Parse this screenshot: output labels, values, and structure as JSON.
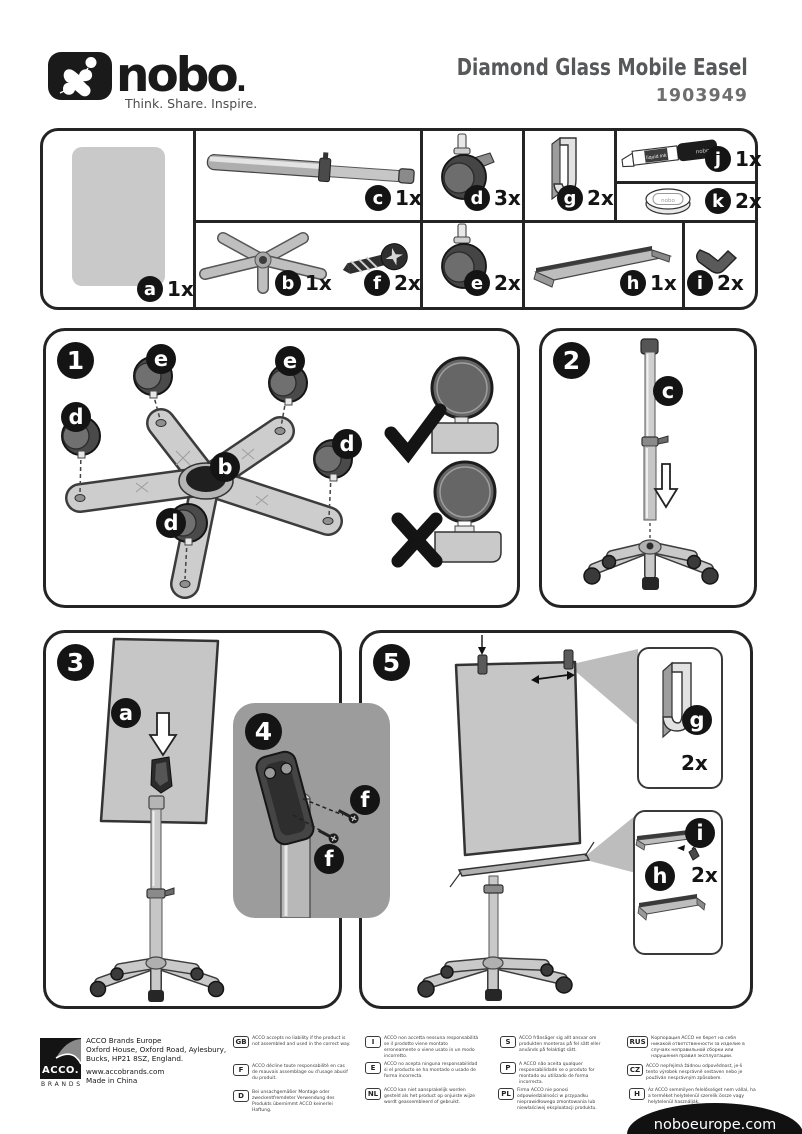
{
  "header": {
    "brand": "nobo",
    "brand_dot": ".",
    "tagline": "Think. Share. Inspire.",
    "title": "Diamond Glass Mobile Easel",
    "product_number": "1903949"
  },
  "parts": {
    "a": {
      "id": "a",
      "qty": "1x"
    },
    "b": {
      "id": "b",
      "qty": "1x"
    },
    "c": {
      "id": "c",
      "qty": "1x"
    },
    "d": {
      "id": "d",
      "qty": "3x"
    },
    "e": {
      "id": "e",
      "qty": "2x"
    },
    "f": {
      "id": "f",
      "qty": "2x"
    },
    "g": {
      "id": "g",
      "qty": "2x"
    },
    "h": {
      "id": "h",
      "qty": "1x"
    },
    "i": {
      "id": "i",
      "qty": "2x"
    },
    "j": {
      "id": "j",
      "qty": "1x"
    },
    "k": {
      "id": "k",
      "qty": "2x"
    }
  },
  "marker_label": "liquid ink",
  "marker_brand": "nobo",
  "magnet_brand": "nobo",
  "steps": {
    "s1": "1",
    "s2": "2",
    "s3": "3",
    "s4": "4",
    "s5": "5"
  },
  "step5": {
    "hook_qty": "2x",
    "tray_qty": "2x"
  },
  "footer": {
    "acco_logo": {
      "line1": "ACCO.",
      "line2": "BRANDS"
    },
    "address": [
      "ACCO Brands Europe",
      "Oxford House, Oxford Road, Aylesbury,",
      "Bucks, HP21 8SZ, England.",
      "www.accobrands.com",
      "Made in China"
    ],
    "languages": [
      {
        "code": "GB",
        "text": "ACCO accepts no liability if the product is not assembled and used in the correct way."
      },
      {
        "code": "F",
        "text": "ACCO décline toute responsabilité en cas de mauvais assemblage ou d'usage abusif du produit."
      },
      {
        "code": "D",
        "text": "Bei unsachgemäßer Montage oder zweckentfremdeter Verwendung des Produkts übernimmt ACCO keinerlei Haftung."
      },
      {
        "code": "I",
        "text": "ACCO non accetta nessuna responsabilità se il prodotto viene montato erroneamente o viene usato in un modo incorretto."
      },
      {
        "code": "E",
        "text": "ACCO no acepta ninguna responsabilidad si el producto se ha montado o usado de forma incorrecta."
      },
      {
        "code": "NL",
        "text": "ACCO kan niet aansprakelijk worden gesteld als het product op onjuiste wijze wordt geassembleerd of gebruikt."
      },
      {
        "code": "S",
        "text": "ACCO frånsäger sig allt ansvar om produkten monteras på fel sätt eller används på felaktigt sätt."
      },
      {
        "code": "P",
        "text": "A ACCO não aceita qualquer responsabilidade se o produto for montado ou utilizado de forma incorrecta."
      },
      {
        "code": "PL",
        "text": "Firma ACCO nie ponosi odpowiedzialności w przypadku nieprawidłowego zmontowania lub niewłaściwej eksploatacji produktu."
      },
      {
        "code": "RUS",
        "text": "Корпорация ACCO не берет на себя никакой ответственности за изделие в случаях неправильной сборки или нарушения правил эксплуатации."
      },
      {
        "code": "CZ",
        "text": "ACCO nepřejímá žádnou odpovědnost, je-li tento výrobek nesprávně sestaven nebo je používán nesprávným způsobem."
      },
      {
        "code": "H",
        "text": "Az ACCO semmilyen felelősséget nem vállal, ha a terméket helytelenül szerelik össze vagy helytelenül használják."
      }
    ],
    "website": "noboeurope.com"
  }
}
